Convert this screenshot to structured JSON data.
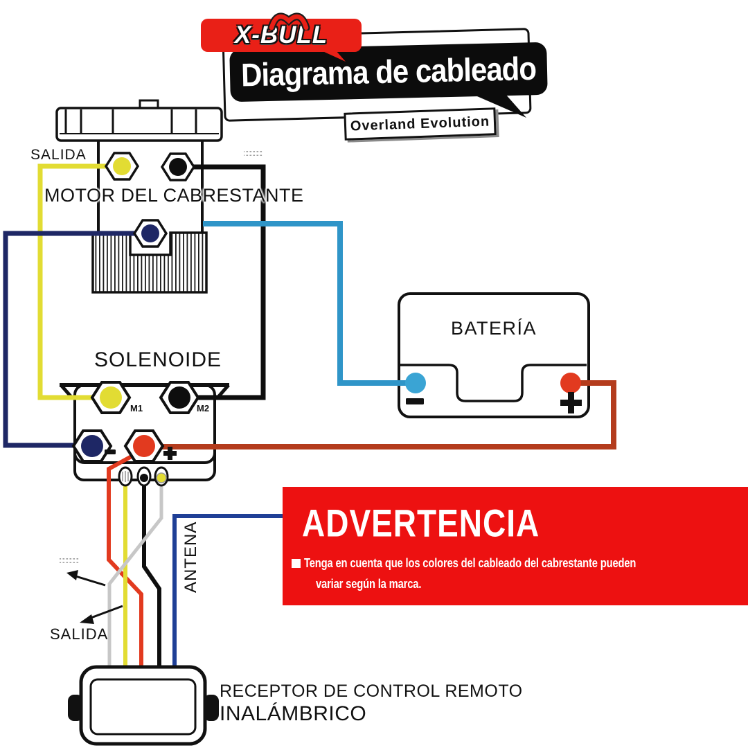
{
  "header": {
    "brand": "X-BULL",
    "title": "Diagrama de cableado",
    "badge": "Overland Evolution"
  },
  "motor": {
    "name": "MOTOR DEL CABRESTANTE",
    "output_label": "SALIDA"
  },
  "solenoid": {
    "name": "SOLENOIDE",
    "m1": "M1",
    "m2": "M2",
    "minus": "−",
    "plus": "+"
  },
  "battery": {
    "name": "BATERÍA",
    "minus": "−",
    "plus": "+"
  },
  "receiver": {
    "line1": "RECEPTOR DE CONTROL REMOTO",
    "line2": "INALÁMBRICO"
  },
  "wiring": {
    "antenna_label": "ANTENA",
    "output_label": "SALIDA"
  },
  "warning": {
    "title": "ADVERTENCIA",
    "line1": "Tenga en cuenta que los colores del cableado del cabrestante pueden",
    "line2": "variar según la marca."
  },
  "colors": {
    "yellow": "#E2DC33",
    "navy": "#1E2765",
    "black": "#0E0E0E",
    "light_blue": "#2F95C8",
    "rust_red": "#B43C1D",
    "bright_red": "#E23A1F",
    "battery_blue": "#3AA4D4",
    "gray": "#C7C7C7",
    "antenna_blue": "#1F3F96",
    "warning_red": "#ED1111",
    "brand_red": "#E92017"
  }
}
